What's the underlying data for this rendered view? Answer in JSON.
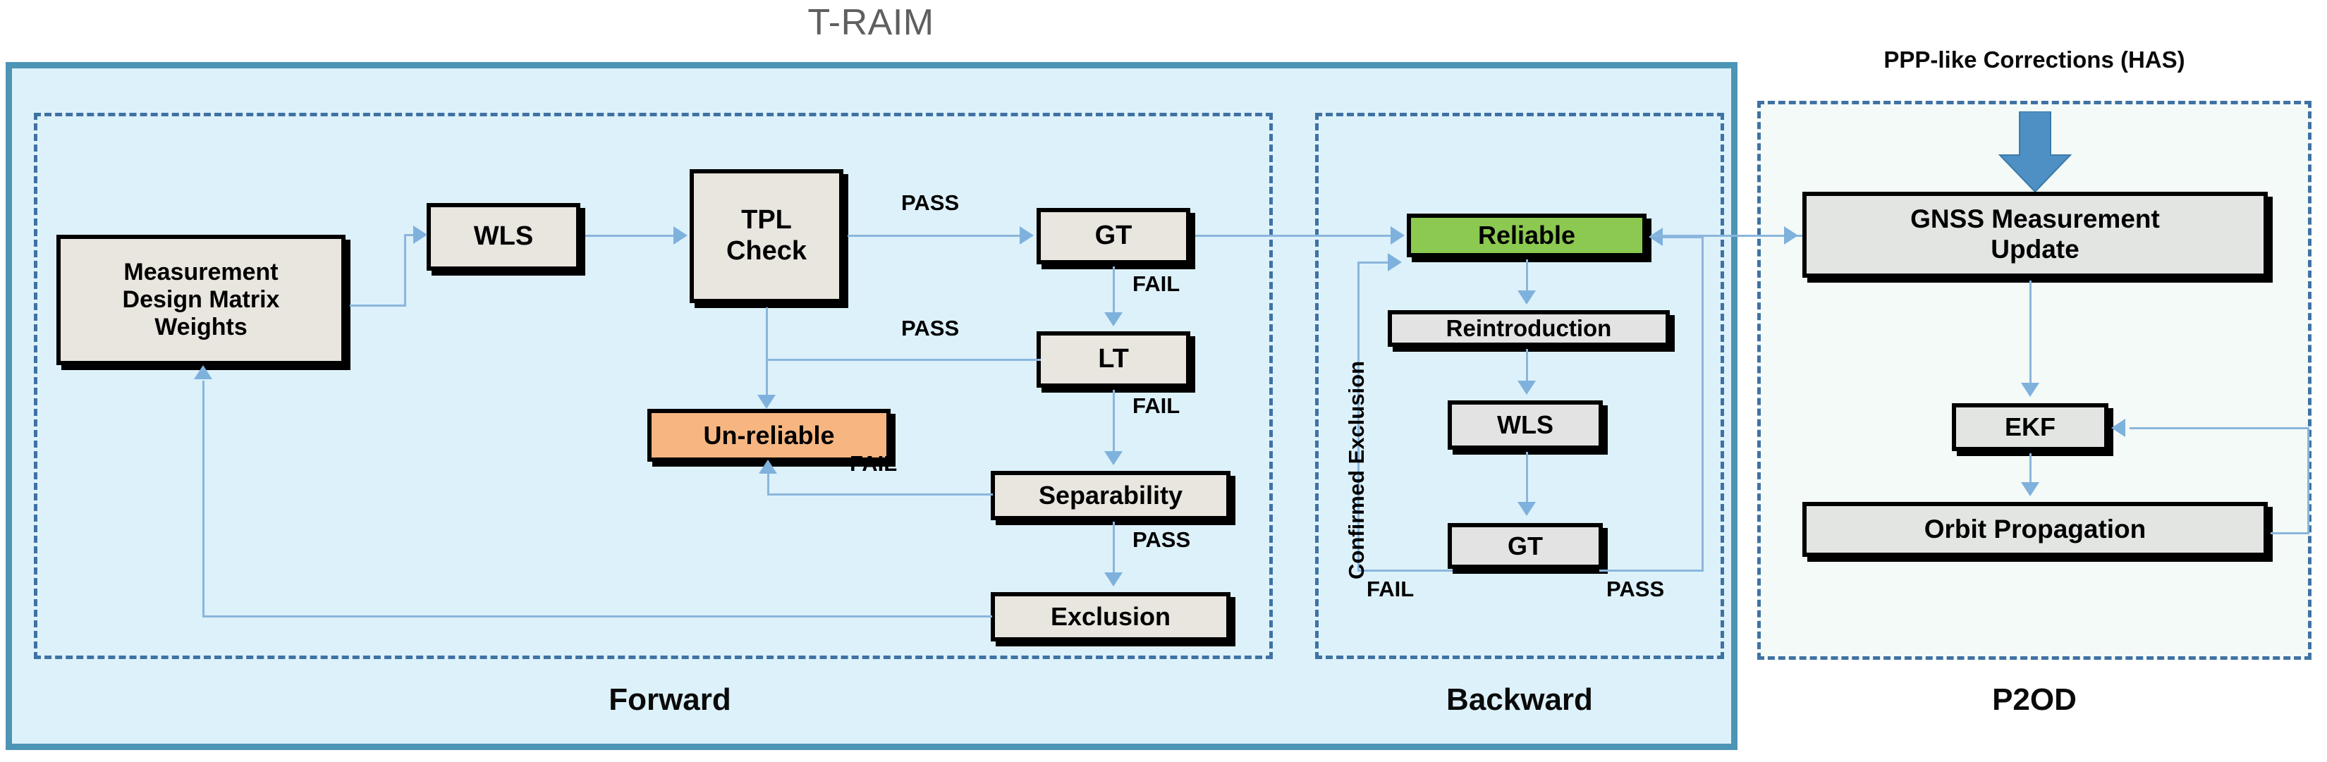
{
  "diagram": {
    "title": "T-RAIM",
    "sections": [
      {
        "id": "forward",
        "label": "Forward"
      },
      {
        "id": "backward",
        "label": "Backward"
      },
      {
        "id": "p2od",
        "label": "P2OD"
      }
    ],
    "external_input": "PPP-like Corrections (HAS)"
  },
  "forward": {
    "nodes": {
      "measurement": "Measurement\nDesign Matrix\nWeights",
      "measurement_line1": "Measurement",
      "measurement_line2": "Design Matrix",
      "measurement_line3": "Weights",
      "wls": "WLS",
      "tpl_line1": "TPL",
      "tpl_line2": "Check",
      "gt": "GT",
      "lt": "LT",
      "unreliable": "Un-reliable",
      "separability": "Separability",
      "exclusion": "Exclusion"
    },
    "edges": {
      "tpl_to_gt": "PASS",
      "tpl_to_lt": "PASS",
      "gt_to_lt": "FAIL",
      "lt_to_separability": "FAIL",
      "separability_to_unreliable": "FAIL",
      "separability_to_exclusion": "PASS"
    }
  },
  "backward": {
    "nodes": {
      "reliable": "Reliable",
      "reintroduction": "Reintroduction",
      "wls": "WLS",
      "gt": "GT"
    },
    "edges": {
      "gt_fail": "FAIL",
      "gt_pass": "PASS",
      "loop": "Confirmed Exclusion"
    }
  },
  "p2od": {
    "nodes": {
      "gnss_line1": "GNSS Measurement",
      "gnss_line2": "Update",
      "ekf": "EKF",
      "orbit": "Orbit Propagation"
    }
  },
  "colors": {
    "traim_fill": "#ddf1fa",
    "traim_border": "#4d94b5",
    "dashed_border": "#3f72a4",
    "node_beige": "#e9e5df",
    "node_grey": "#e3e3e3",
    "reliable_green": "#8cc951",
    "unreliable_orange": "#f7b681",
    "p2od_fill": "#f4faf7",
    "arrow_blue": "#8ab6dd",
    "big_arrow_blue": "#4e8fc4",
    "title_grey": "#5f5f5f"
  }
}
